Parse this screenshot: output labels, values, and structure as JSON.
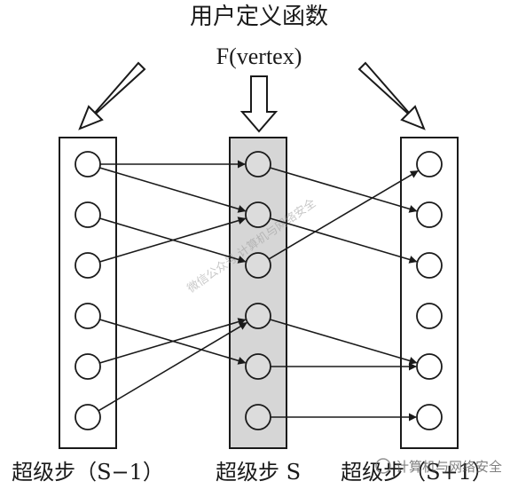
{
  "title": "用户定义函数",
  "function_label": "F(vertex)",
  "columns": [
    {
      "label": "超级步（S−1）",
      "vertices": 6,
      "shaded": false
    },
    {
      "label": "超级步 S",
      "vertices": 6,
      "shaded": true
    },
    {
      "label": "超级步（S+1）",
      "vertices": 6,
      "shaded": false
    }
  ],
  "edges": [
    {
      "from": [
        0,
        0
      ],
      "to": [
        1,
        0
      ]
    },
    {
      "from": [
        0,
        0
      ],
      "to": [
        1,
        1
      ]
    },
    {
      "from": [
        0,
        1
      ],
      "to": [
        1,
        2
      ]
    },
    {
      "from": [
        0,
        2
      ],
      "to": [
        1,
        1
      ]
    },
    {
      "from": [
        0,
        3
      ],
      "to": [
        1,
        4
      ]
    },
    {
      "from": [
        0,
        4
      ],
      "to": [
        1,
        3
      ]
    },
    {
      "from": [
        0,
        5
      ],
      "to": [
        1,
        3
      ]
    },
    {
      "from": [
        1,
        0
      ],
      "to": [
        2,
        1
      ]
    },
    {
      "from": [
        1,
        1
      ],
      "to": [
        2,
        2
      ]
    },
    {
      "from": [
        1,
        2
      ],
      "to": [
        2,
        0
      ]
    },
    {
      "from": [
        1,
        3
      ],
      "to": [
        2,
        4
      ]
    },
    {
      "from": [
        1,
        4
      ],
      "to": [
        2,
        4
      ]
    },
    {
      "from": [
        1,
        5
      ],
      "to": [
        2,
        5
      ]
    }
  ],
  "watermark": "微信公众号 计算机与网络安全",
  "footer_mark": "计算机与网络安全",
  "colors": {
    "line": "#1a1a1a",
    "shaded": "#d6d6d6",
    "node_fill": "#dcdcdc"
  }
}
